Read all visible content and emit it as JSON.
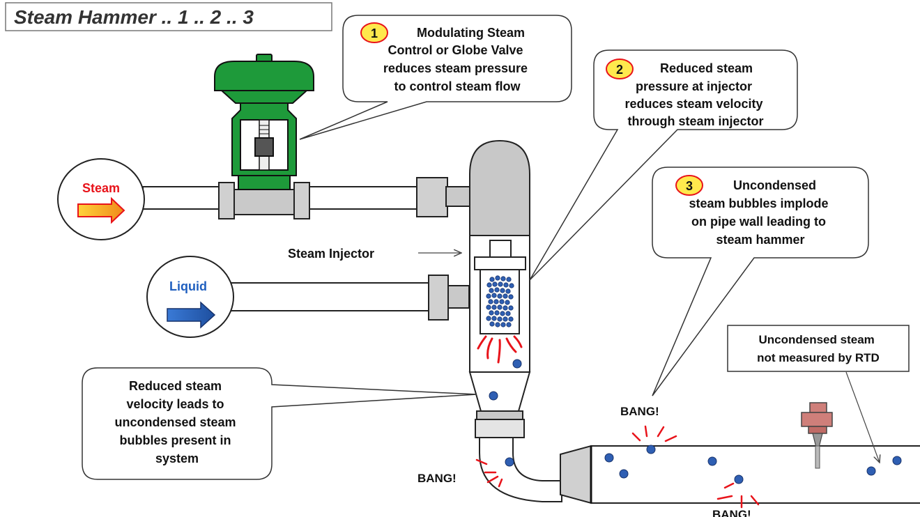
{
  "title": "Steam Hammer .. 1 .. 2 .. 3",
  "inputs": {
    "steam": "Steam",
    "liquid": "Liquid"
  },
  "callouts": {
    "c1": {
      "number": "1",
      "lines": [
        "Modulating Steam",
        "Control  or Globe Valve",
        "reduces steam pressure",
        "to control steam flow"
      ]
    },
    "c2": {
      "number": "2",
      "lines": [
        "Reduced steam",
        "pressure at injector",
        "reduces steam velocity",
        "through steam injector"
      ]
    },
    "c3": {
      "number": "3",
      "lines": [
        "Uncondensed",
        "steam bubbles implode",
        "on pipe wall leading to",
        "steam hammer"
      ]
    },
    "velocity": {
      "lines": [
        "Reduced steam",
        "velocity leads to",
        "uncondensed steam",
        "bubbles present in",
        "system"
      ]
    },
    "rtd": {
      "lines": [
        "Uncondensed steam",
        "not measured by RTD"
      ]
    }
  },
  "injector_label": "Steam Injector",
  "bangs": [
    "BANG!",
    "BANG!",
    "BANG!"
  ],
  "colors": {
    "valve_green": "#1e9a3a",
    "steam_red": "#e8131a",
    "liquid_blue": "#1f5fbf",
    "bubble_blue": "#2f5fb3",
    "badge_yellow": "#ffe94d",
    "rtd_pink": "#cf7f7a"
  }
}
